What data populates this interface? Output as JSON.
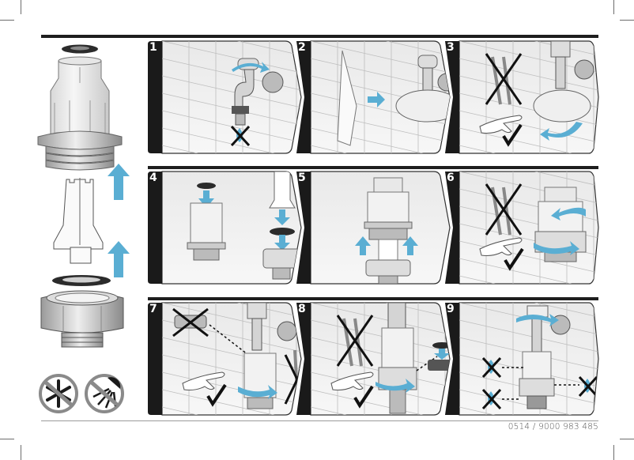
{
  "document": {
    "type": "installation instructions",
    "doc_number": "0514 / 9000 983 485"
  },
  "colors": {
    "accent_blue": "#5aaed3",
    "rule_black": "#1e1e1e",
    "panel_bg": "#eeeeee",
    "tab_black": "#1a1a1a"
  },
  "parts_column": {
    "items": [
      {
        "name": "flat-seal-top",
        "label": ""
      },
      {
        "name": "transparent-filter-housing",
        "label": ""
      },
      {
        "name": "filter-insert",
        "label": ""
      },
      {
        "name": "flat-seal-bottom",
        "label": ""
      },
      {
        "name": "union-nut-connector",
        "label": ""
      }
    ],
    "arrows": [
      "arrow-up",
      "arrow-up"
    ]
  },
  "warnings": [
    {
      "icon": "no-frost-icon",
      "meaning": "Protect from frost"
    },
    {
      "icon": "no-sunlight-icon",
      "meaning": "Protect from direct sunlight"
    }
  ],
  "steps": [
    {
      "number": "1",
      "depicts": "Turn off tap; no water flow",
      "icons": [
        "rotate-arrow",
        "no-water-cross"
      ]
    },
    {
      "number": "2",
      "depicts": "Wrap cloth around tap spout",
      "icons": [
        "right-arrow"
      ]
    },
    {
      "number": "3",
      "depicts": "Unscrew by hand, no pliers",
      "icons": [
        "no-pliers-cross",
        "hand-check",
        "rotate-arrow"
      ]
    },
    {
      "number": "4",
      "depicts": "Insert seals into housing and connector",
      "icons": [
        "down-arrow",
        "down-arrow",
        "down-arrow"
      ]
    },
    {
      "number": "5",
      "depicts": "Assemble insert into housing",
      "icons": [
        "up-arrow",
        "up-arrow"
      ]
    },
    {
      "number": "6",
      "depicts": "Tighten by hand, no pliers",
      "icons": [
        "no-pliers-cross",
        "hand-check",
        "rotate-arrow",
        "rotate-arrow"
      ]
    },
    {
      "number": "7",
      "depicts": "Screw filter onto tap by hand, no wrench",
      "icons": [
        "no-aerator-cross",
        "hand-check",
        "rotate-arrow",
        "no-wrench-cross"
      ]
    },
    {
      "number": "8",
      "depicts": "Attach hose connector by hand, no pliers",
      "icons": [
        "no-pliers-cross",
        "hand-check",
        "rotate-arrow",
        "down-arrow"
      ]
    },
    {
      "number": "9",
      "depicts": "Open tap and check for leaks",
      "icons": [
        "rotate-arrow",
        "no-leak-cross",
        "no-leak-cross",
        "no-leak-cross"
      ]
    }
  ]
}
